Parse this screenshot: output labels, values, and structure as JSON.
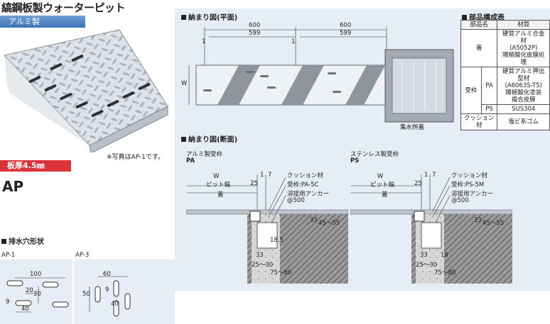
{
  "product": {
    "title": "縞鋼板製ウォーターピット",
    "material_badge": "アルミ製",
    "photo_note": "※写真はAP-1です。",
    "thickness_badge": "板厚4.5㎜",
    "model": "AP"
  },
  "sections": {
    "plan": "納まり図(平面)",
    "parts": "部品構成表",
    "section": "納まり図(断面)",
    "holes": "排水穴形状"
  },
  "plan_diagram": {
    "dim_top": [
      "600",
      "600"
    ],
    "dim_inner": [
      "599",
      "599"
    ],
    "dim_gap": [
      "1",
      "1"
    ],
    "w_label": "W",
    "catch_basin_label": "集水桝蓋"
  },
  "parts_table": {
    "header": [
      "部品名",
      "材質"
    ],
    "rows": [
      {
        "name": "蓋",
        "sub": "",
        "material": [
          "硬質アルミ合金材",
          "(A5052P)",
          "陽極酸化皮膜処理"
        ]
      },
      {
        "name": "受枠",
        "sub": "PA",
        "material": [
          "硬質アルミ押出型材",
          "(A6063S-T5)",
          "陽極酸化塗装",
          "複合皮膜"
        ]
      },
      {
        "name": "",
        "sub": "PS",
        "material": [
          "SUS304"
        ]
      },
      {
        "name": "クッション材",
        "sub": "",
        "material": [
          "塩ビ系ゴム"
        ]
      }
    ]
  },
  "section_pa": {
    "caption": "アルミ製受枠",
    "code": "PA",
    "labels": {
      "w": "W",
      "pit": "ピット幅",
      "one": "1",
      "seven": "7",
      "d25": "25",
      "lid": "蓋",
      "cushion": "クッション材",
      "frame": "受枠:PA-5C",
      "anchor": "溶接用アンカー",
      "pitch": "@500",
      "d33": "33",
      "d185": "18.5",
      "d33b": "33",
      "d2530": "25〜30",
      "d7580": "75〜80",
      "d4555": "45〜55"
    }
  },
  "section_ps": {
    "caption": "ステンレス製受枠",
    "code": "PS",
    "labels": {
      "w": "W",
      "pit": "ピット幅",
      "one": "1",
      "seven": "7",
      "d25": "25",
      "lid": "蓋",
      "cushion": "クッション材",
      "frame": "受枠:PS-5M",
      "anchor": "溶接用アンカー",
      "pitch": "@500",
      "d33": "33",
      "d19": "19",
      "d33b": "33",
      "d2530": "25〜30",
      "d7580": "75〜80",
      "d4555": "45〜55"
    }
  },
  "holes": {
    "ap1": {
      "label": "AP-1",
      "d100": "100",
      "d20": "20",
      "d30": "30",
      "d9": "9",
      "d40": "40"
    },
    "ap3": {
      "label": "AP-3",
      "d60": "60",
      "d9": "9",
      "d50": "50",
      "d40": "40"
    }
  }
}
